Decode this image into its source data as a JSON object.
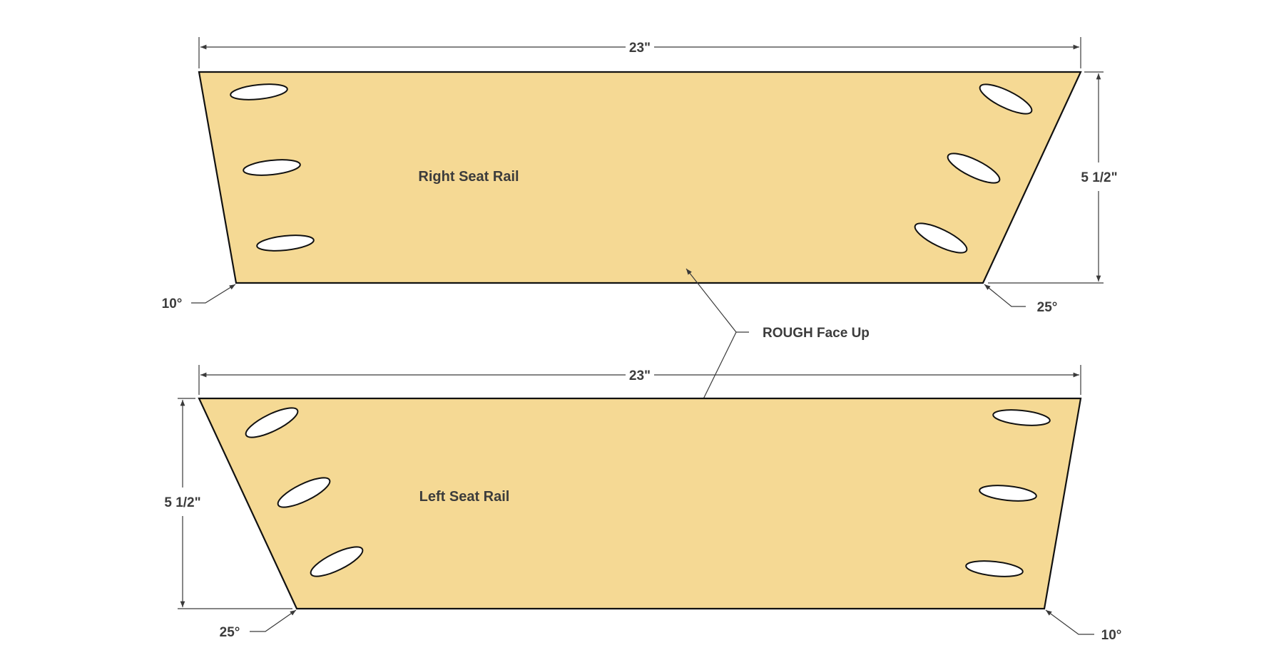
{
  "diagram": {
    "top_panel": {
      "label": "Right Seat Rail",
      "width_label": "23\"",
      "height_label": "5 1/2\"",
      "left_angle": "10°",
      "right_angle": "25°"
    },
    "bottom_panel": {
      "label": "Left Seat Rail",
      "width_label": "23\"",
      "height_label": "5 1/2\"",
      "left_angle": "25°",
      "right_angle": "10°"
    },
    "face_note": "ROUGH Face Up",
    "colors": {
      "wood": "#f5d994",
      "outline": "#111111",
      "dimension": "#3a3a3a",
      "text": "#3c3c3c"
    }
  }
}
